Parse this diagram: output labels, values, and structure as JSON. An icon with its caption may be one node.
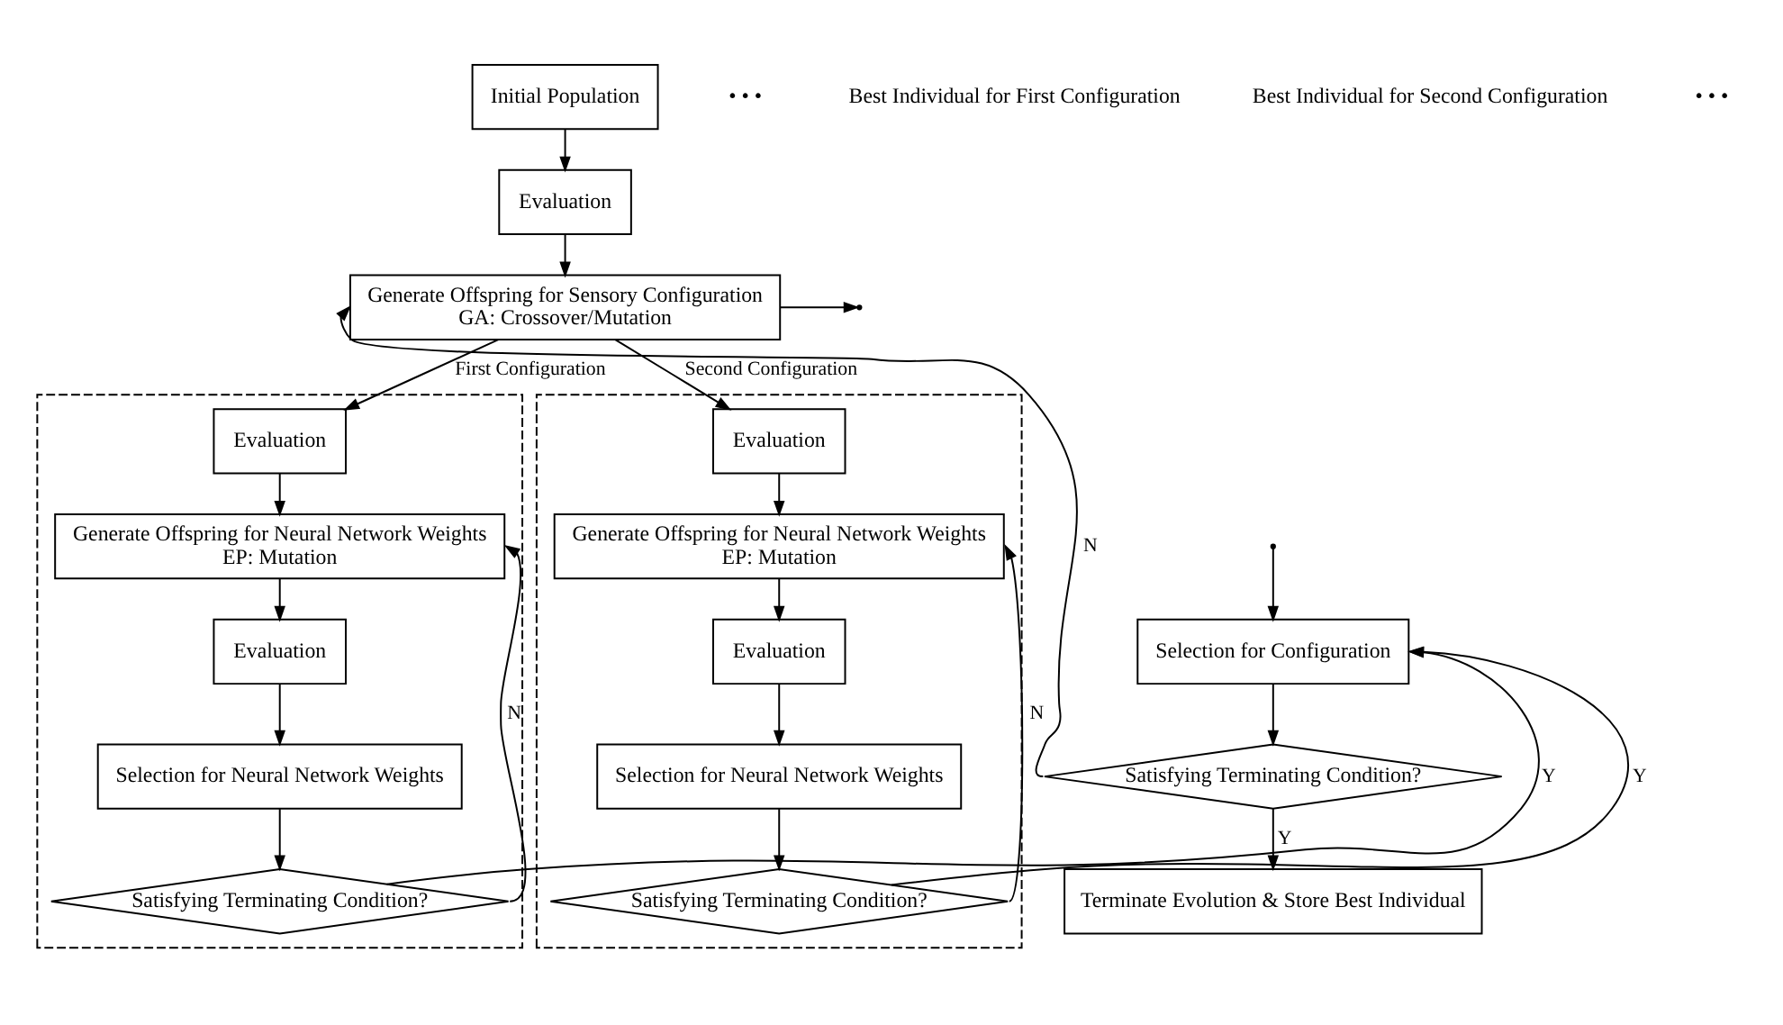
{
  "diagram": {
    "nodes": [
      {
        "text": [
          "Initial Population"
        ]
      },
      {
        "text": [
          "Evaluation"
        ]
      },
      {
        "text": [
          "Generate Offspring for Sensory Configuration",
          "GA: Crossover/Mutation"
        ]
      },
      {
        "text": [
          "Selection for Configuration"
        ]
      },
      {
        "text": [
          "Satisfying Terminating Condition?"
        ]
      },
      {
        "text": [
          "Terminate Evolution & Store Best Individual"
        ]
      },
      {
        "text": [],
        "shape": "box"
      },
      {
        "text": [
          "Evaluation"
        ],
        "in": 6
      },
      {
        "text": [
          "Generate Offspring for Neural Network Weights",
          "EP: Mutation"
        ],
        "in": 6
      },
      {
        "text": [
          "Evaluation"
        ],
        "in": 6
      },
      {
        "text": [
          "Selection for Neural Network Weights"
        ],
        "in": 6
      },
      {
        "text": [
          "Satisfying Terminating Condition?"
        ],
        "in": 6
      },
      {
        "text": [],
        "shape": "box"
      },
      {
        "text": [
          "Evaluation"
        ],
        "in": 12
      },
      {
        "text": [
          "Generate Offspring for Neural Network Weights",
          "EP: Mutation"
        ],
        "in": 12
      },
      {
        "text": [
          "Evaluation"
        ],
        "in": 12
      },
      {
        "text": [
          "Selection for Neural Network Weights"
        ],
        "in": 12
      },
      {
        "text": [
          "Satisfying Terminating Condition?"
        ],
        "in": 12
      }
    ],
    "edges": [
      {
        "from": 0,
        "to": 1,
        "arrow": "to"
      },
      {
        "from": 1,
        "to": 2,
        "arrow": "to"
      },
      {
        "from": 2,
        "to": 7,
        "arrow": "to",
        "label": "First Configuration"
      },
      {
        "from": 2,
        "to": 13,
        "arrow": "to",
        "label": "Second Configuration"
      },
      {
        "from": 2,
        "to": null,
        "arrow": "to"
      },
      {
        "from": 7,
        "to": 8,
        "arrow": "to"
      },
      {
        "from": 8,
        "to": 9,
        "arrow": "to"
      },
      {
        "from": 9,
        "to": 10,
        "arrow": "to"
      },
      {
        "from": 10,
        "to": 11,
        "arrow": "to"
      },
      {
        "from": 11,
        "to": 8,
        "arrow": "to",
        "label": "N"
      },
      {
        "from": 11,
        "to": 3,
        "arrow": "to",
        "label": "Y"
      },
      {
        "from": 13,
        "to": 14,
        "arrow": "to"
      },
      {
        "from": 14,
        "to": 15,
        "arrow": "to"
      },
      {
        "from": 15,
        "to": 16,
        "arrow": "to"
      },
      {
        "from": 16,
        "to": 17,
        "arrow": "to"
      },
      {
        "from": 17,
        "to": 14,
        "arrow": "to",
        "label": "N"
      },
      {
        "from": 17,
        "to": 3,
        "arrow": "to",
        "label": "Y"
      },
      {
        "from": null,
        "to": 3,
        "arrow": "to"
      },
      {
        "from": 3,
        "to": 4,
        "arrow": "to"
      },
      {
        "from": 4,
        "to": 2,
        "arrow": "to",
        "label": "N"
      },
      {
        "from": 4,
        "to": 5,
        "arrow": "to",
        "label": "Y"
      }
    ],
    "labels": [
      "• • •",
      "Best Individual for First Configuration",
      "Best Individual for Second Configuration",
      "• • •"
    ]
  }
}
